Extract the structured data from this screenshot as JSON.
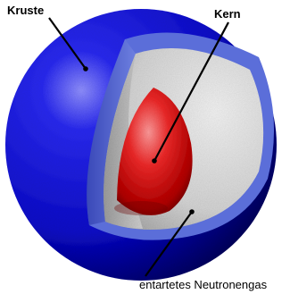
{
  "labels": {
    "crust": "Kruste",
    "core": "Kern",
    "neutron_gas": "entartetes Neutronengas"
  },
  "colors": {
    "crust_outer": "#1a1ad6",
    "crust_shadow": "#000066",
    "crust_cut": "#4a5ccc",
    "neutron_gas": "#d8d8d8",
    "neutron_gas_shadow": "#8a8a8a",
    "core": "#e02020",
    "core_shadow": "#7a0000",
    "leader_line": "#000000"
  }
}
